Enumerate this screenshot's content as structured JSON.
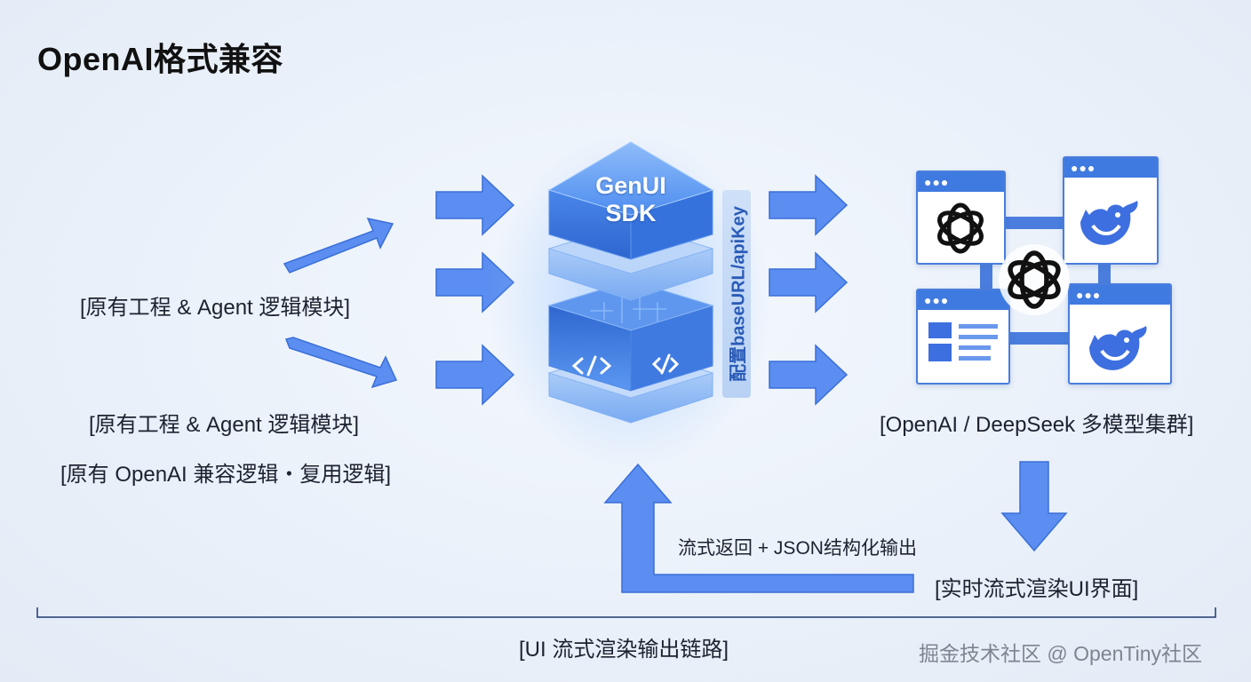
{
  "title": "OpenAI格式兼容",
  "inputs": {
    "label_1": "[原有工程 & Agent 逻辑模块]",
    "label_2": "[原有工程 & Agent 逻辑模块]",
    "label_3": "[原有 OpenAI 兼容逻辑・复用逻辑]"
  },
  "sdk": {
    "name_line1": "GenUI",
    "name_line2": "SDK",
    "config_label": "配置baseURL/apiKey",
    "code_icon": "code-icon",
    "link_icon": "link-icon"
  },
  "models": {
    "cluster_label": "[OpenAI / DeepSeek 多模型集群]",
    "icons": [
      "openai-icon",
      "deepseek-whale-icon",
      "document-icon"
    ]
  },
  "output": {
    "stream_label": "流式返回 + JSON结构化输出",
    "render_label": "[实时流式渲染UI界面]",
    "chain_label": "[UI 流式渲染输出链路]"
  },
  "watermark": "掘金技术社区 @ OpenTiny社区",
  "colors": {
    "arrow": "#5b8ef0",
    "arrow_stroke": "#3a6fd8",
    "window_bar": "#3f7ae0",
    "cube_top": "#6aa3f5",
    "cube_side": "#3a78e0"
  }
}
